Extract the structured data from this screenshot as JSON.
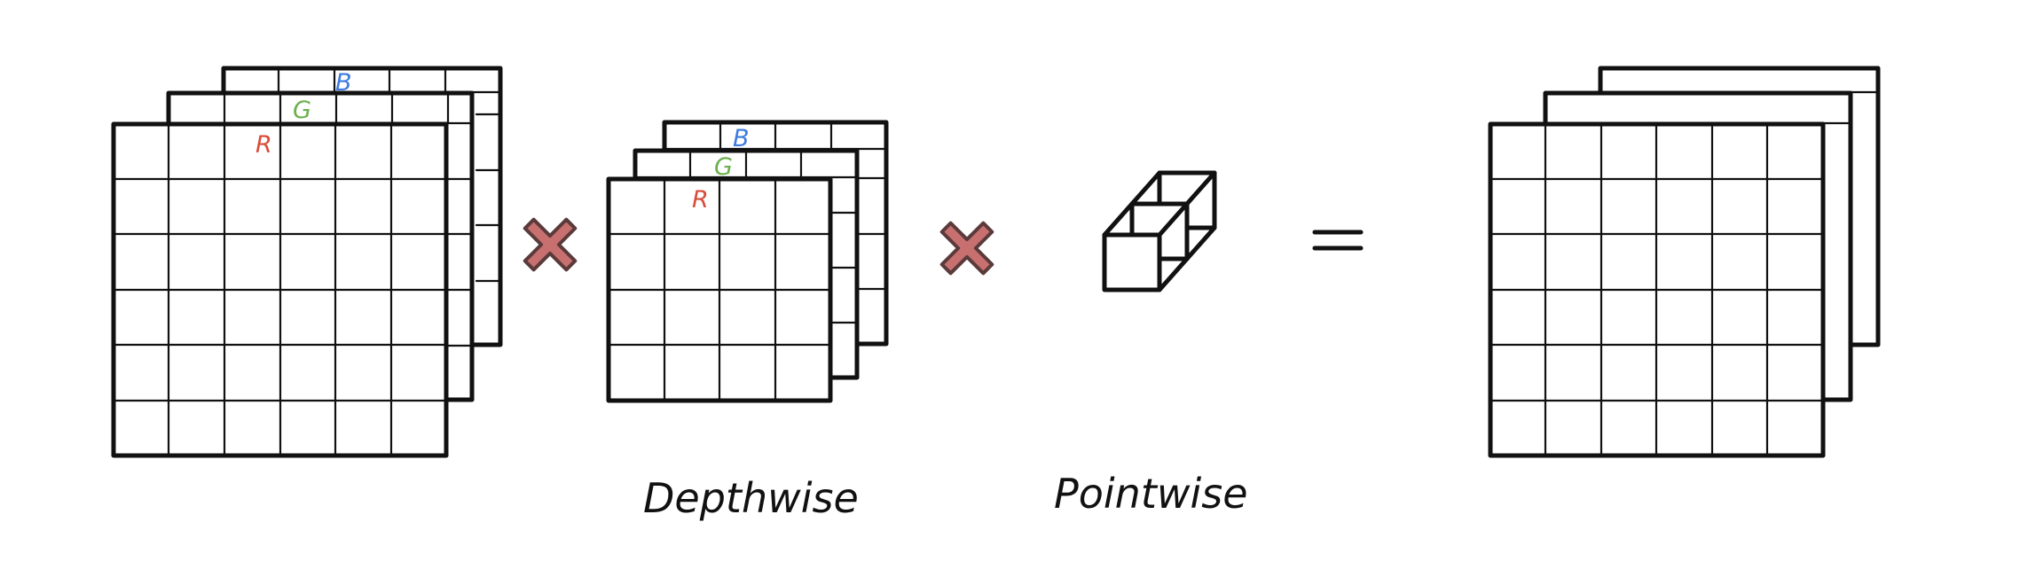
{
  "labels": {
    "depthwise": "Depthwise",
    "pointwise": "Pointwise"
  },
  "channels": {
    "r": "R",
    "g": "G",
    "b": "B"
  },
  "colors": {
    "r": "#d94b3a",
    "g": "#6ab04c",
    "b": "#3d7be0",
    "cross_fill": "#c87070",
    "ink": "#111111"
  },
  "operators": [
    "multiply-cross",
    "multiply-cross",
    "equals"
  ]
}
